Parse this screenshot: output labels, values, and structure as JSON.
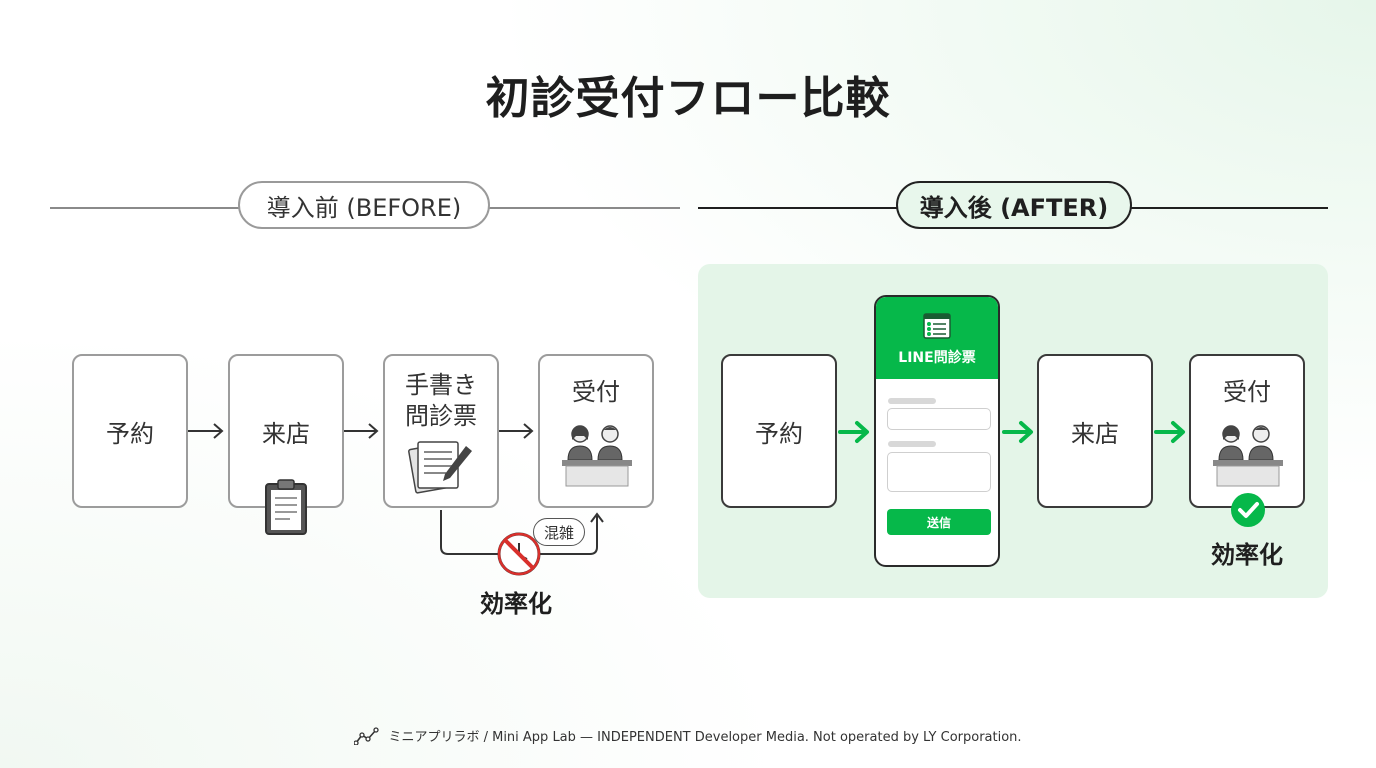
{
  "title": "初診受付フロー比較",
  "before": {
    "label": "導入前 (BEFORE)",
    "steps": [
      "予約",
      "来店",
      "手書き",
      "問診票",
      "受付"
    ],
    "congestion": "混雑",
    "efficiency": "効率化"
  },
  "after": {
    "label": "導入後 (AFTER)",
    "steps": [
      "予約",
      "来店",
      "受付"
    ],
    "phone_title": "LINE問診票",
    "phone_button": "送信",
    "efficiency": "効率化"
  },
  "colors": {
    "accent": "#06b84a",
    "panel": "#e4f5e8"
  },
  "footer": "ミニアプリラボ / Mini App Lab — INDEPENDENT Developer Media. Not operated by LY Corporation."
}
